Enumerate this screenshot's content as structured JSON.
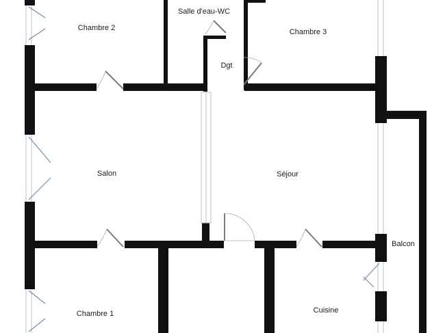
{
  "colors": {
    "wall": "#111111",
    "window_frame": "#b9c2cc",
    "window_sash": "#6d8fb0",
    "door_leaf": "#7a7a7a",
    "door_arc": "#a8a8a8",
    "background": "#ffffff"
  },
  "rooms": [
    {
      "id": "chambre-2",
      "label": "Chambre 2"
    },
    {
      "id": "salle-eau-wc",
      "label": "Salle d'eau-WC"
    },
    {
      "id": "chambre-3",
      "label": "Chambre 3"
    },
    {
      "id": "dgt",
      "label": "Dgt"
    },
    {
      "id": "salon",
      "label": "Salon"
    },
    {
      "id": "sejour",
      "label": "Séjour"
    },
    {
      "id": "balcon",
      "label": "Balcon"
    },
    {
      "id": "chambre-1",
      "label": "Chambre 1"
    },
    {
      "id": "cuisine",
      "label": "Cuisine"
    }
  ]
}
